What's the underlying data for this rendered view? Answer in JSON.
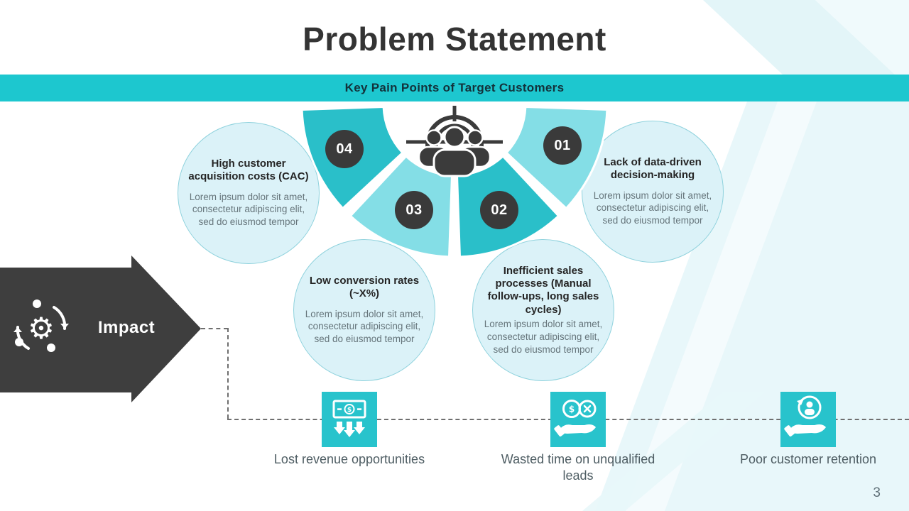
{
  "slide": {
    "title": "Problem Statement",
    "banner_title": "Key Pain Points of Target Customers",
    "page_number": "3"
  },
  "colors": {
    "accent_teal": "#1dc7cf",
    "wedge_dark": "#2abfc9",
    "wedge_light": "#84dee6",
    "dark_charcoal": "#3b3b3b",
    "circle_fill": "#dbf2f8"
  },
  "impact_arrow": {
    "label": "Impact"
  },
  "pain_points": [
    {
      "number": "01",
      "heading": "Lack of data-driven decision-making",
      "body": "Lorem ipsum dolor sit amet, consectetur adipiscing elit, sed do eiusmod tempor"
    },
    {
      "number": "02",
      "heading": "Inefficient sales processes (Manual follow-ups, long sales cycles)",
      "body": "Lorem ipsum dolor sit amet, consectetur adipiscing elit, sed do eiusmod tempor"
    },
    {
      "number": "03",
      "heading": "Low conversion rates (~X%)",
      "body": "Lorem ipsum dolor sit amet, consectetur adipiscing elit, sed do eiusmod tempor"
    },
    {
      "number": "04",
      "heading": "High customer acquisition costs (CAC)",
      "body": "Lorem ipsum dolor sit amet, consectetur adipiscing elit, sed do eiusmod tempor"
    }
  ],
  "impacts": [
    {
      "label": "Lost revenue opportunities"
    },
    {
      "label": "Wasted time on unqualified leads"
    },
    {
      "label": "Poor customer retention"
    }
  ]
}
